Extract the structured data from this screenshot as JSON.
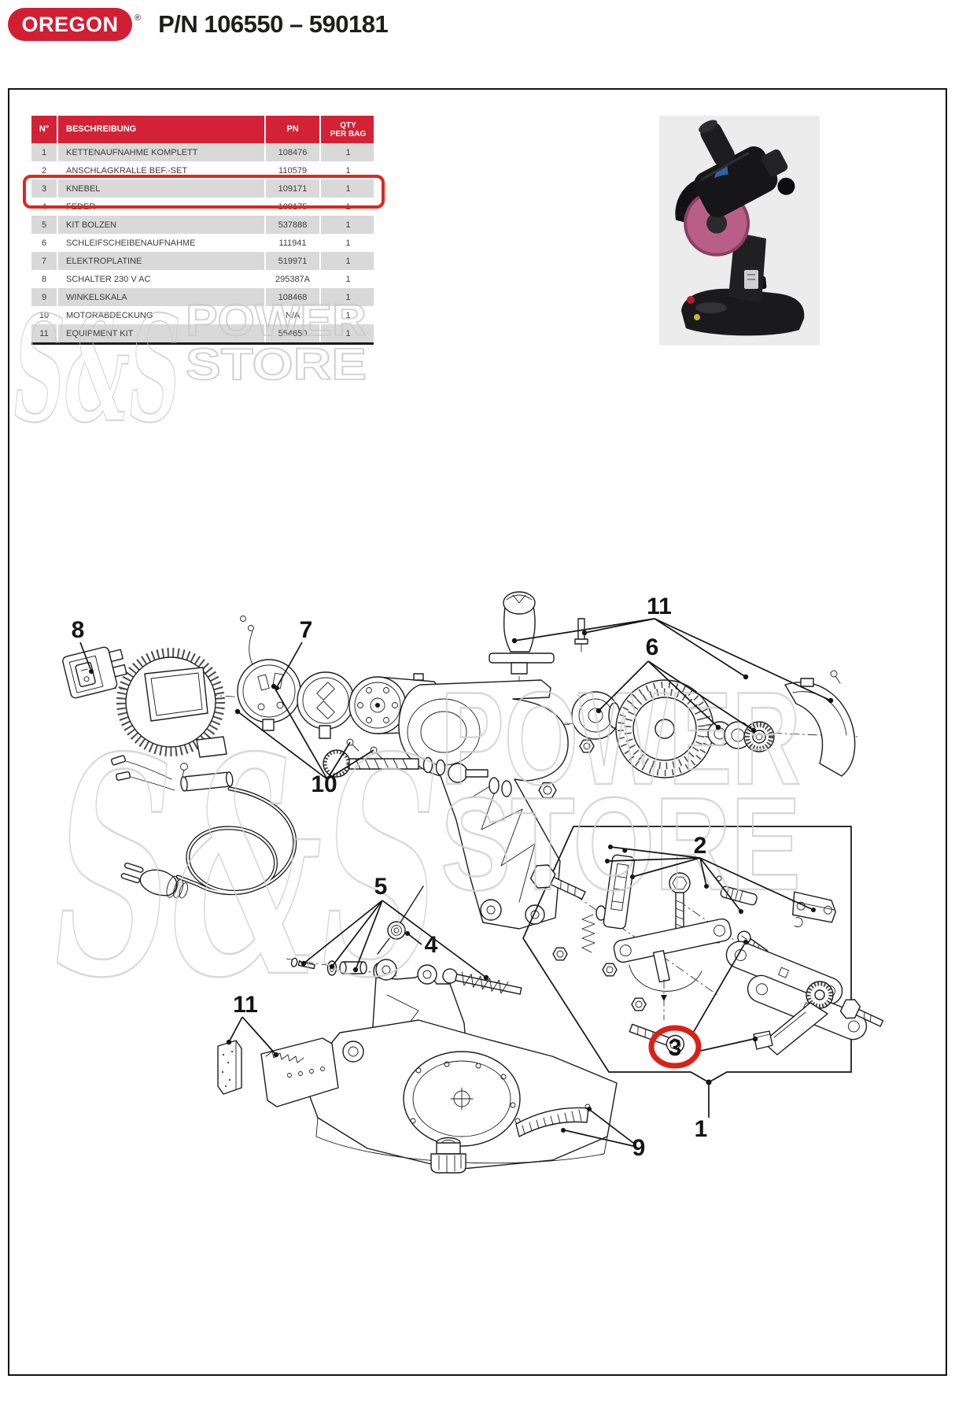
{
  "header": {
    "logo_text": "OREGON",
    "registered_mark": "®",
    "title": "P/N 106550 – 590181"
  },
  "table": {
    "columns": {
      "num": "N°",
      "description": "BESCHREIBUNG",
      "pn": "PN",
      "qty_line1": "QTY",
      "qty_line2": "PER BAG"
    },
    "rows": [
      {
        "n": "1",
        "description": "KETTENAUFNAHME KOMPLETT",
        "pn": "108476",
        "qty": "1"
      },
      {
        "n": "2",
        "description": "ANSCHLAGKRALLE BEF.-SET",
        "pn": "110579",
        "qty": "1"
      },
      {
        "n": "3",
        "description": "KNEBEL",
        "pn": "109171",
        "qty": "1",
        "highlighted": true
      },
      {
        "n": "4",
        "description": "FEDER",
        "pn": "109175",
        "qty": "1"
      },
      {
        "n": "5",
        "description": "KIT BOLZEN",
        "pn": "537888",
        "qty": "1"
      },
      {
        "n": "6",
        "description": "SCHLEIFSCHEIBENAUFNAHME",
        "pn": "111941",
        "qty": "1"
      },
      {
        "n": "7",
        "description": "ELEKTROPLATINE",
        "pn": "519971",
        "qty": "1"
      },
      {
        "n": "8",
        "description": "SCHALTER 230 V AC",
        "pn": "295387A",
        "qty": "1"
      },
      {
        "n": "9",
        "description": "WINKELSKALA",
        "pn": "108468",
        "qty": "1"
      },
      {
        "n": "10",
        "description": "MOTORABDECKUNG",
        "pn": "N/A",
        "qty": "1"
      },
      {
        "n": "11",
        "description": "EQUIPMENT KIT",
        "pn": "554650",
        "qty": "1"
      }
    ]
  },
  "watermark": {
    "logo": "S&S",
    "line1": "POWER",
    "line2": "STORE"
  },
  "diagram": {
    "callouts": [
      {
        "label": "8"
      },
      {
        "label": "7"
      },
      {
        "label": "11"
      },
      {
        "label": "6"
      },
      {
        "label": "10"
      },
      {
        "label": "5"
      },
      {
        "label": "4"
      },
      {
        "label": "11"
      },
      {
        "label": "2"
      },
      {
        "label": "3",
        "circled": true
      },
      {
        "label": "1"
      },
      {
        "label": "9"
      }
    ]
  },
  "colors": {
    "brand_red": "#d21e33",
    "highlight_red": "#e2261b",
    "circle_red": "#da2118",
    "row_gray": "#d9d9d9",
    "watermark_gray": "#cfcfcf",
    "wheel_pink": "#b95f87"
  }
}
